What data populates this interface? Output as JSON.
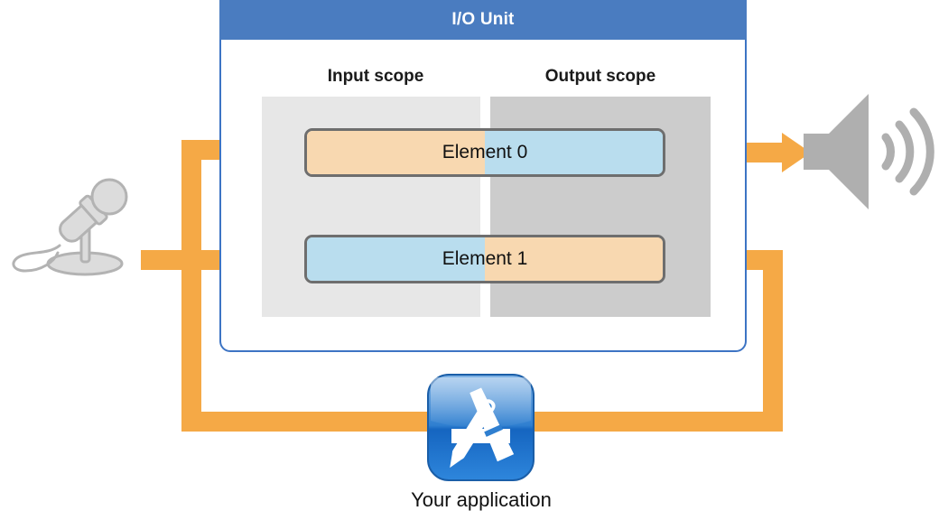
{
  "diagram": {
    "type": "block-flow-diagram",
    "title": "I/O Unit audio routing",
    "io_unit": {
      "header_label": "I/O Unit",
      "header_color": "#4A7CC0",
      "border_color": "#3D74C4",
      "scopes": [
        {
          "id": "input",
          "label": "Input scope",
          "fill": "#E7E7E7"
        },
        {
          "id": "output",
          "label": "Output scope",
          "fill": "#CCCCCC"
        }
      ],
      "elements": [
        {
          "id": "element-0",
          "label": "Element 0",
          "input_half_color": "#F8D8B0",
          "output_half_color": "#B9DDEE"
        },
        {
          "id": "element-1",
          "label": "Element 1",
          "input_half_color": "#B9DDEE",
          "output_half_color": "#F8D8B0"
        }
      ]
    },
    "application": {
      "caption": "Your application",
      "icon": "app-store-icon"
    },
    "devices": {
      "input_device": "microphone-icon",
      "output_device": "speaker-icon"
    },
    "flow_color": "#F5A946",
    "flows": [
      {
        "from": "your-application",
        "to": "element-0-input-half",
        "label": ""
      },
      {
        "from": "element-0-output-half",
        "to": "speaker",
        "label": ""
      },
      {
        "from": "microphone",
        "to": "element-1-input-half",
        "label": ""
      },
      {
        "from": "element-1-output-half",
        "to": "your-application",
        "label": ""
      }
    ]
  }
}
